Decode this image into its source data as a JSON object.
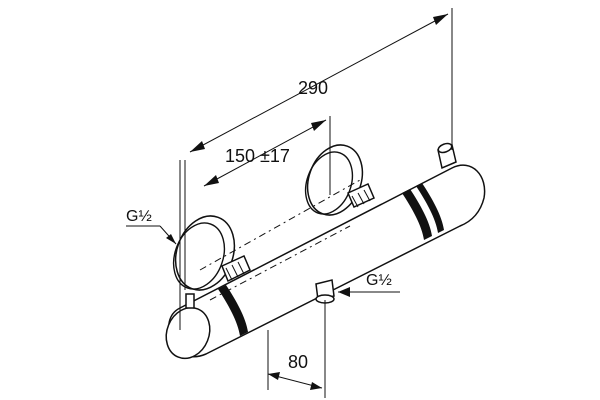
{
  "diagram": {
    "dimensions": {
      "overall_width": "290",
      "centre_distance": "150 ±17",
      "depth": "80"
    },
    "connections": {
      "inlet_label": "G½",
      "outlet_label": "G½"
    }
  }
}
